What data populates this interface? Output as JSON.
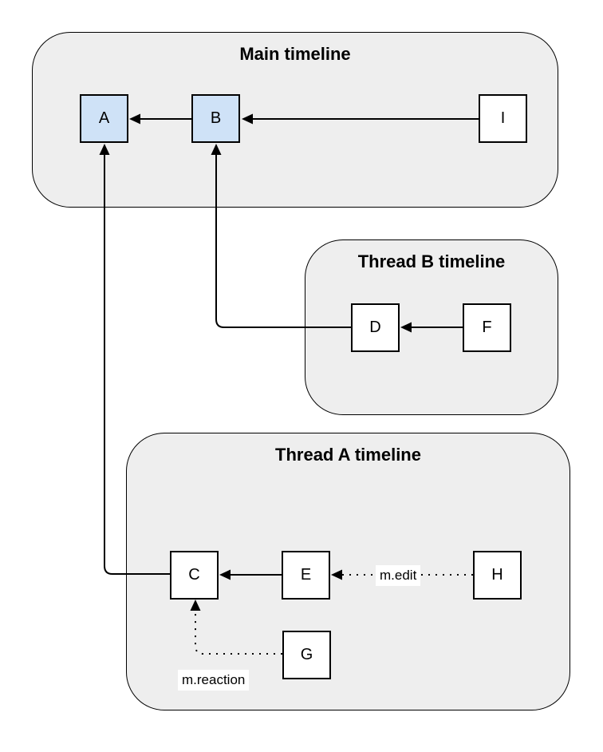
{
  "diagram": {
    "containers": [
      {
        "id": "main-timeline",
        "title": "Main timeline"
      },
      {
        "id": "thread-b-timeline",
        "title": "Thread B timeline"
      },
      {
        "id": "thread-a-timeline",
        "title": "Thread A timeline"
      }
    ],
    "nodes": [
      {
        "id": "A",
        "label": "A",
        "timeline": "main",
        "highlighted": true
      },
      {
        "id": "B",
        "label": "B",
        "timeline": "main",
        "highlighted": true
      },
      {
        "id": "I",
        "label": "I",
        "timeline": "main",
        "highlighted": false
      },
      {
        "id": "D",
        "label": "D",
        "timeline": "thread-b",
        "highlighted": false
      },
      {
        "id": "F",
        "label": "F",
        "timeline": "thread-b",
        "highlighted": false
      },
      {
        "id": "C",
        "label": "C",
        "timeline": "thread-a",
        "highlighted": false
      },
      {
        "id": "E",
        "label": "E",
        "timeline": "thread-a",
        "highlighted": false
      },
      {
        "id": "H",
        "label": "H",
        "timeline": "thread-a",
        "highlighted": false
      },
      {
        "id": "G",
        "label": "G",
        "timeline": "thread-a",
        "highlighted": false
      }
    ],
    "edges": [
      {
        "from": "B",
        "to": "A",
        "style": "solid",
        "label": ""
      },
      {
        "from": "I",
        "to": "B",
        "style": "solid",
        "label": ""
      },
      {
        "from": "F",
        "to": "D",
        "style": "solid",
        "label": ""
      },
      {
        "from": "D",
        "to": "B",
        "style": "solid",
        "label": ""
      },
      {
        "from": "E",
        "to": "C",
        "style": "solid",
        "label": ""
      },
      {
        "from": "C",
        "to": "A",
        "style": "solid",
        "label": ""
      },
      {
        "from": "H",
        "to": "E",
        "style": "dotted",
        "label": "m.edit"
      },
      {
        "from": "G",
        "to": "C",
        "style": "dotted",
        "label": "m.reaction"
      }
    ],
    "edge_labels": [
      {
        "id": "m-edit",
        "text": "m.edit"
      },
      {
        "id": "m-reaction",
        "text": "m.reaction"
      }
    ],
    "colors": {
      "container_fill": "#eeeeee",
      "container_stroke": "#000000",
      "node_fill": "#ffffff",
      "node_highlight_fill": "#cfe2f7",
      "node_stroke": "#000000",
      "edge_stroke": "#000000",
      "label_background": "#ffffff"
    }
  }
}
